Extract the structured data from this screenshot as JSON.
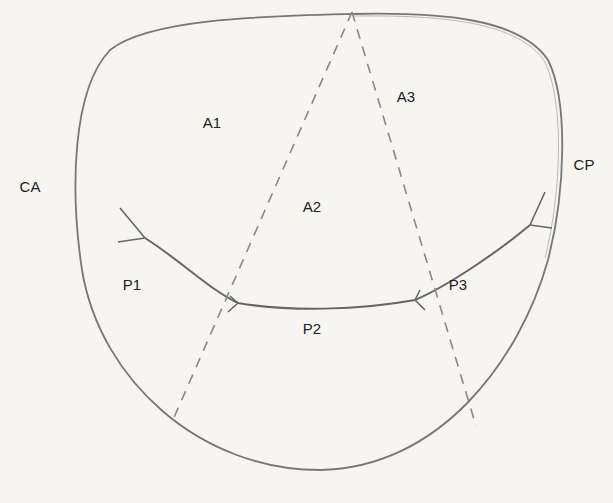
{
  "diagram": {
    "labels": [
      "A1",
      "A3",
      "CA",
      "A2",
      "CP",
      "P1",
      "P3",
      "P2"
    ]
  }
}
